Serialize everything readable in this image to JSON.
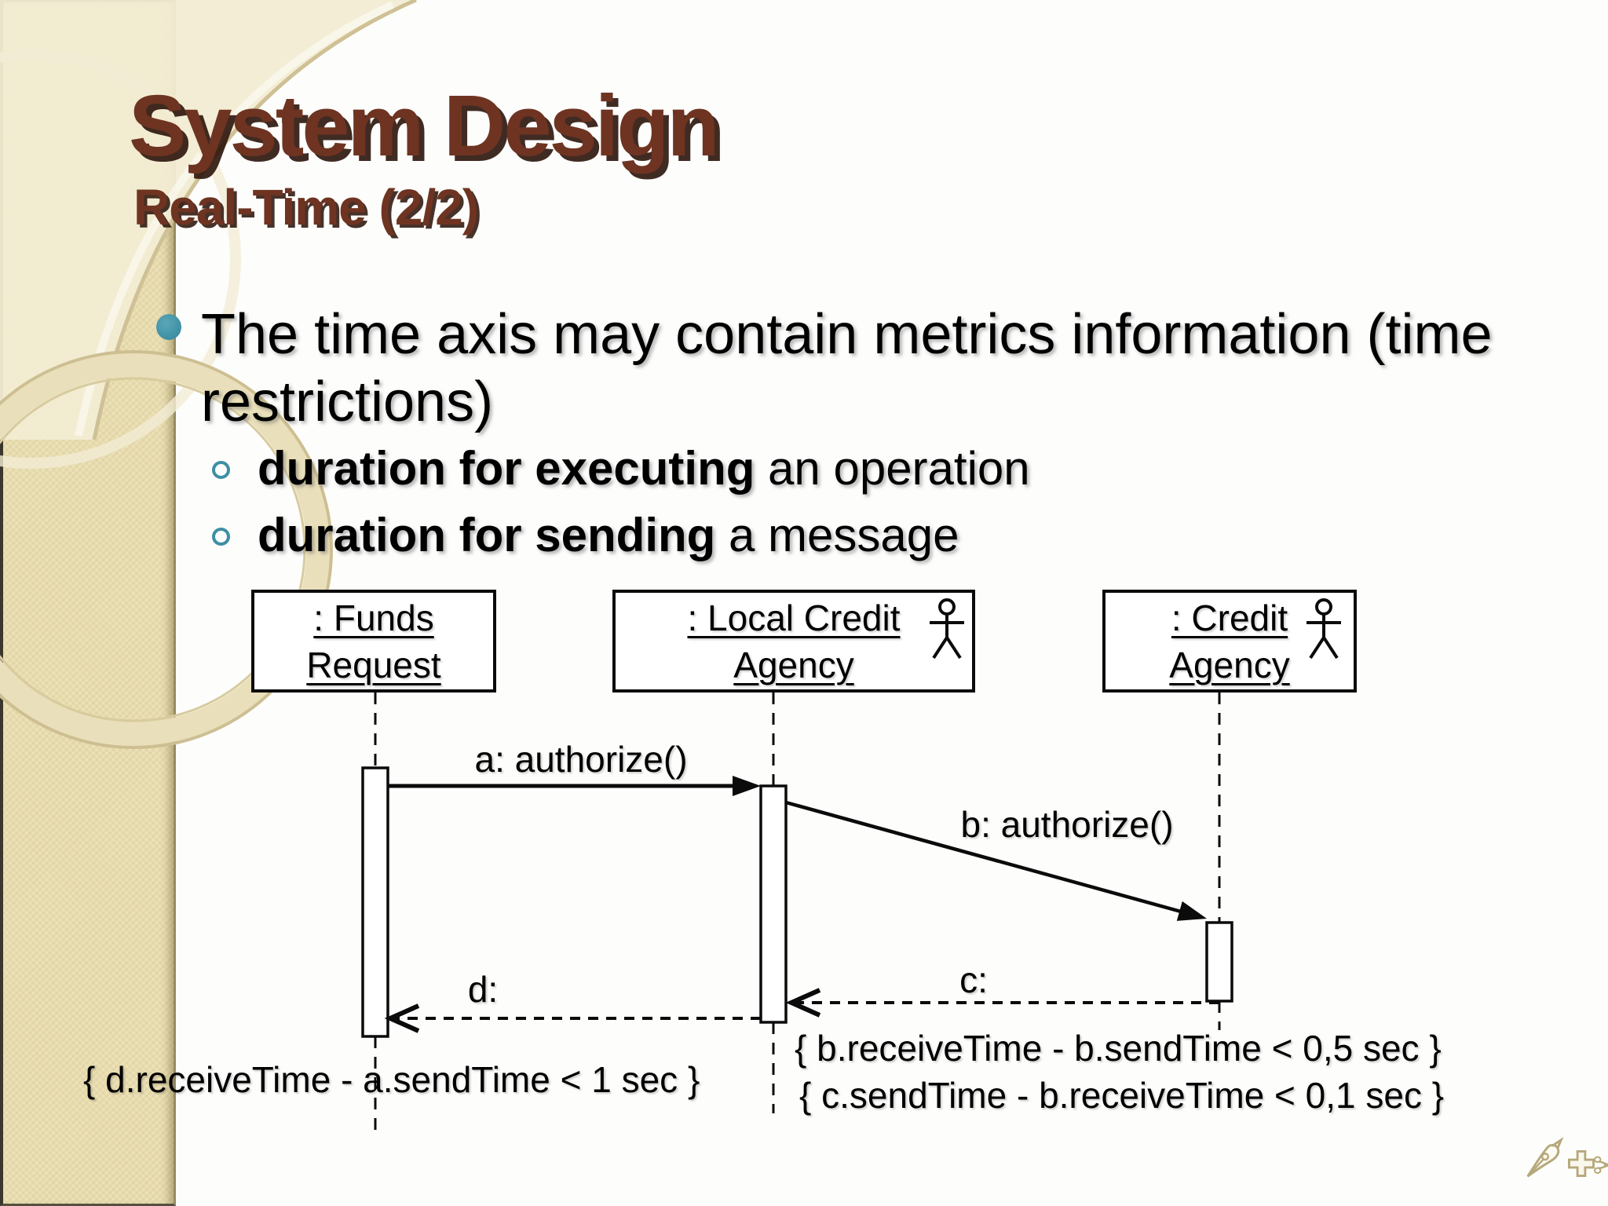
{
  "header": {
    "title": "System Design",
    "subtitle": "Real-Time (2/2)"
  },
  "bullets": {
    "main": "The time axis may contain metrics information (time restrictions)",
    "sub": [
      {
        "bold": "duration for executing",
        "rest": " an operation"
      },
      {
        "bold": "duration for sending",
        "rest": " a message"
      }
    ]
  },
  "diagram": {
    "lifelines": [
      {
        "line1": ": Funds",
        "line2": "Request",
        "has_actor": false
      },
      {
        "line1": ": Local Credit",
        "line2": "Agency",
        "has_actor": true
      },
      {
        "line1": ": Credit",
        "line2": "Agency",
        "has_actor": true
      }
    ],
    "messages": [
      {
        "label": "a: authorize()",
        "type": "synchronous-call"
      },
      {
        "label": "b: authorize()",
        "type": "synchronous-call"
      },
      {
        "label": "c:",
        "type": "return"
      },
      {
        "label": "d:",
        "type": "return"
      }
    ],
    "constraints": {
      "d": "{ d.receiveTime - a.sendTime < 1 sec }",
      "b": "{ b.receiveTime - b.sendTime < 0,5 sec }",
      "c": "{ c.sendTime - b.receiveTime < 0,1 sec }"
    }
  },
  "colors": {
    "title_brown": "#6e3421",
    "accent_teal": "#3e8fa4",
    "sidebar_beige": "#e8dcae",
    "footer_icon_tan": "#b6a87a",
    "diagram_ink": "#000000"
  },
  "footer_icons": [
    "pen-icon",
    "plus-icon",
    "scissors-icon"
  ]
}
